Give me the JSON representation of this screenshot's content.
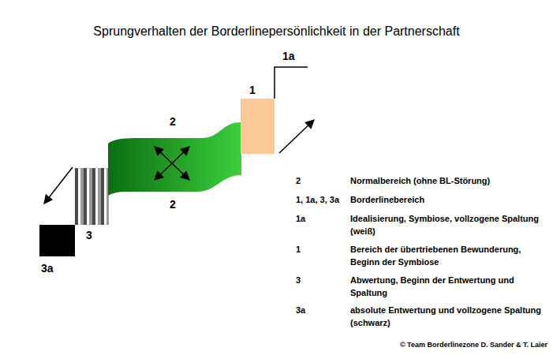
{
  "diagram": {
    "title": "Sprungverhalten der Borderlinepersönlichkeit in der Partnerschaft",
    "labels": [
      "1a",
      "1",
      "2",
      "2",
      "3",
      "3a",
      "2",
      "Normalbereich (ohne BL-Störung)",
      "1, 1a, 3, 3a",
      "Borderlinebereich",
      "1a",
      "Idealisierung, Symbiose, vollzogene Spaltung (weiß)",
      "1",
      "Bereich der übertriebenen Bewunderung, Beginn der Symbiose",
      "3",
      "Abwertung, Beginn der Entwertung und Spaltung",
      "3a",
      "absolute Entwertung und vollzogene Spaltung (schwarz)",
      "© Team Borderlinezone D. Sander & T. Laier"
    ]
  }
}
